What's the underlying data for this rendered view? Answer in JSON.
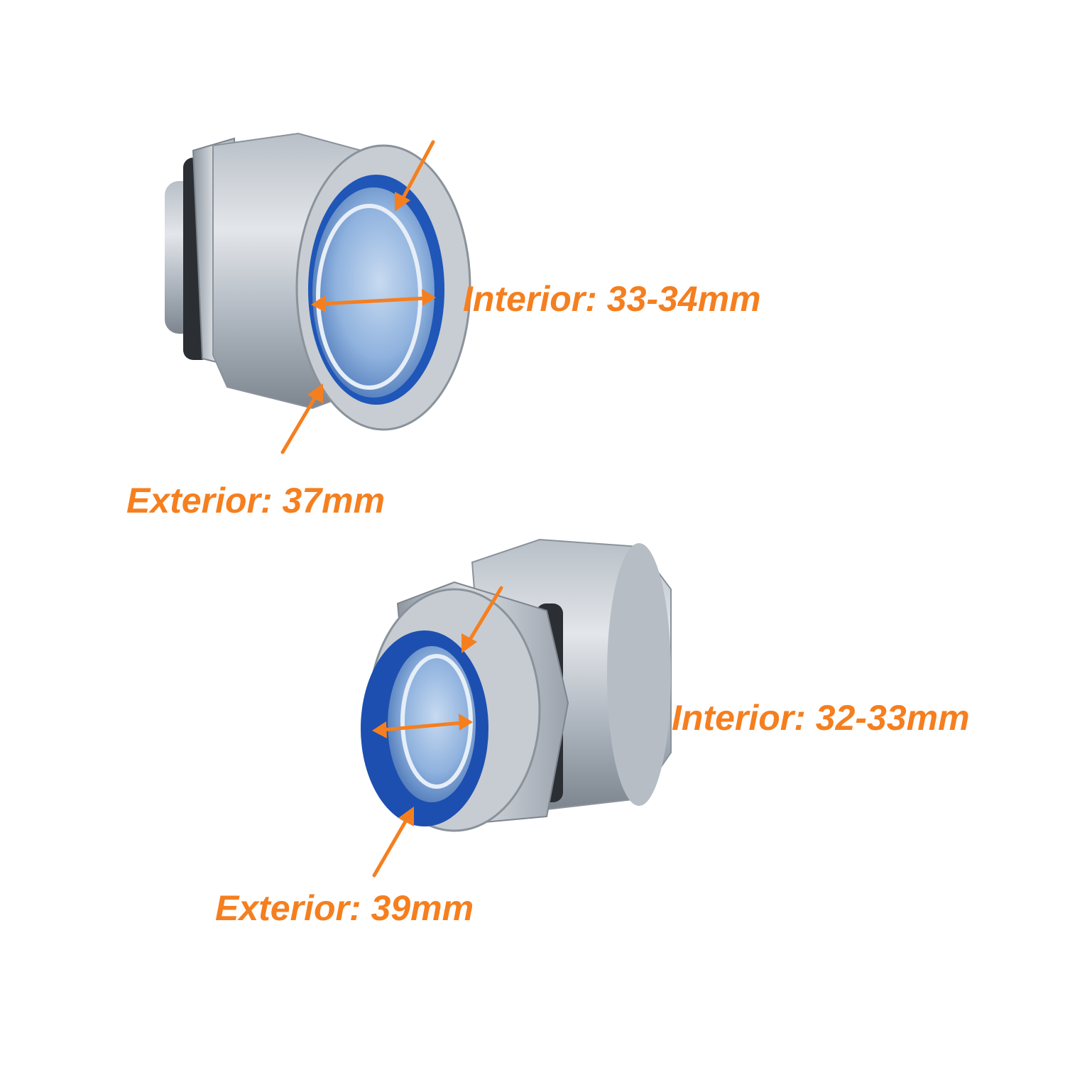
{
  "annotation_color": "#f57f1f",
  "top_fitting": {
    "interior_label": "Interior: 33-34mm",
    "exterior_label": "Exterior: 37mm"
  },
  "bottom_fitting": {
    "interior_label": "Interior: 32-33mm",
    "exterior_label": "Exterior: 39mm"
  },
  "colors": {
    "zinc_light": "#d9dde2",
    "zinc_mid": "#a9b1bb",
    "zinc_dark": "#6f7781",
    "seal_blue": "#1f56b8",
    "inner_blue": "#9fc0e8"
  }
}
